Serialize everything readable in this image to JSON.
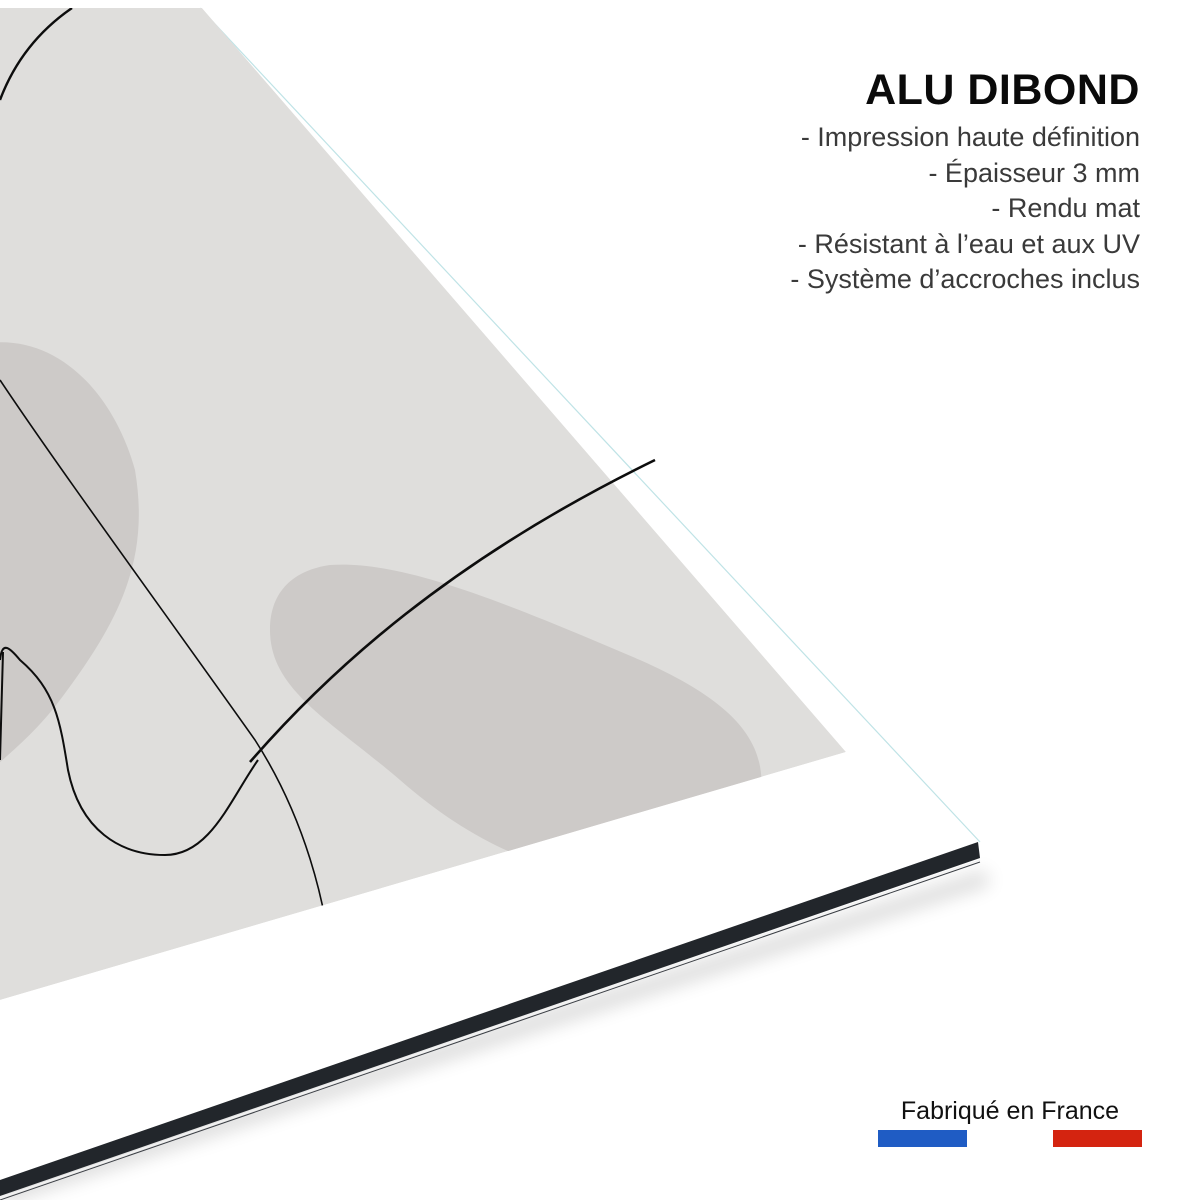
{
  "product": {
    "title": "ALU DIBOND",
    "features": [
      "- Impression haute définition",
      "- Épaisseur 3 mm",
      "- Rendu mat",
      "- Résistant à l’eau et aux UV",
      "- Système d’accroches inclus"
    ]
  },
  "origin": {
    "label": "Fabriqué en France",
    "flag_colors": {
      "blue": "#1f5cc4",
      "white": "#ffffff",
      "red": "#d42410"
    }
  },
  "colors": {
    "background": "#ffffff",
    "panel_surface": "#ffffff",
    "artwork_base": "#dfdedc",
    "artwork_blob": "#cdcac8",
    "line_art": "#0d0d0d",
    "panel_edge": "#22262b",
    "panel_edge_highlight": "#f2f2f2",
    "panel_top_edge": "#bfe3e6"
  }
}
